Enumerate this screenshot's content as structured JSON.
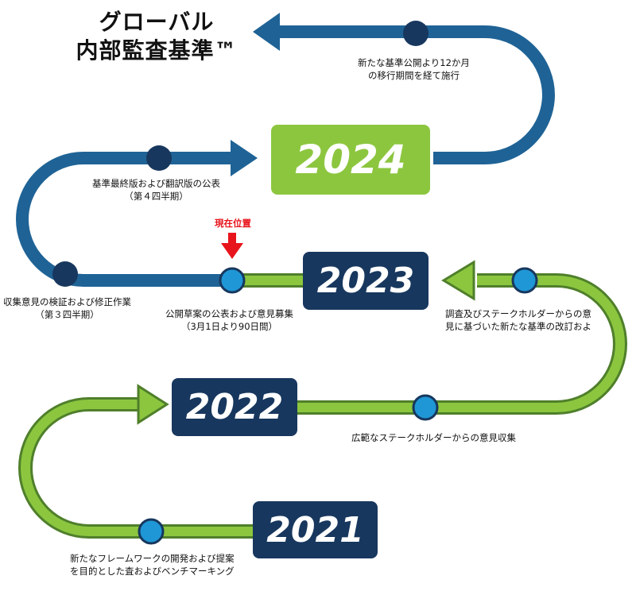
{
  "title": {
    "line1": "グローバル",
    "line2": "内部監査基準™"
  },
  "years": {
    "y2024": "2024",
    "y2023": "2023",
    "y2022": "2022",
    "y2021": "2021"
  },
  "milestones": {
    "transition": {
      "line1": "新たな基準公開より12か月",
      "line2": "の移行期間を経て施行"
    },
    "final_publish": {
      "line1": "基準最終版および翻訳版の公表",
      "line2": "（第４四半期）"
    },
    "review_revise": {
      "line1": "収集意見の検証および修正作業",
      "line2": "（第３四半期）"
    },
    "public_comment": {
      "line1": "公開草案の公表および意見募集",
      "line2": "（3月1日より90日間）"
    },
    "research_revise": {
      "line1": "調査及びステークホルダーからの意",
      "line2": "見に基づいた新たな基準の改訂およ"
    },
    "stakeholder_input": {
      "line1": "広範なステークホルダーからの意見収集"
    },
    "benchmarking": {
      "line1": "新たなフレームワークの開発および提案",
      "line2": "を目的とした査およびベンチマーキング"
    }
  },
  "current_position": "現在位置",
  "colors": {
    "navy_track": "#1f6396",
    "navy_dot": "#17375e",
    "green_track": "#8cc63f",
    "green_track_dark": "#4f7f2b",
    "year_navy": "#17375e",
    "year_green": "#8cc63f",
    "current_marker": "#e8141b",
    "open_dot": "#1f97d6"
  }
}
